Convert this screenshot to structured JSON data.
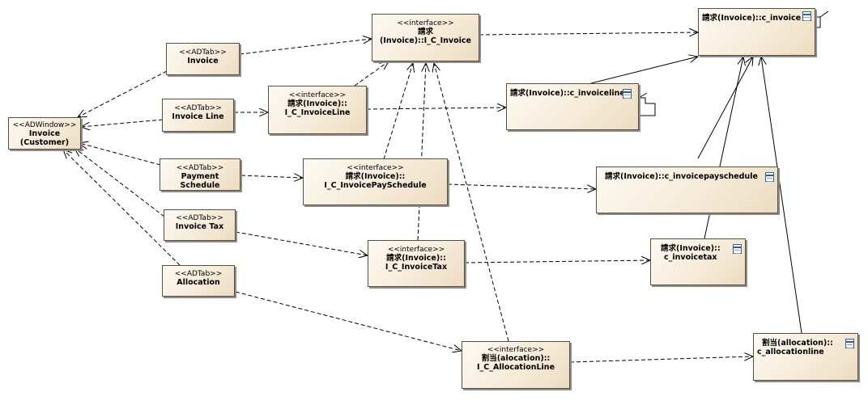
{
  "nodes": {
    "window_invoice": {
      "stereotype": "<<ADWindow>>",
      "name_line1": "Invoice",
      "name_line2": "(Customer)"
    },
    "tab_invoice": {
      "stereotype": "<<ADTab>>",
      "name": "Invoice"
    },
    "tab_invoice_line": {
      "stereotype": "<<ADTab>>",
      "name": "Invoice Line"
    },
    "tab_payment_schedule": {
      "stereotype": "<<ADTab>>",
      "name": "Payment Schedule"
    },
    "tab_invoice_tax": {
      "stereotype": "<<ADTab>>",
      "name": "Invoice Tax"
    },
    "tab_allocation": {
      "stereotype": "<<ADTab>>",
      "name": "Allocation"
    },
    "if_invoice": {
      "stereotype": "<<interface>>",
      "name_line1": "請求(Invoice)::I_C_Invoice"
    },
    "if_invoiceline": {
      "stereotype": "<<interface>>",
      "name_line1": "請求(Invoice)::",
      "name_line2": "I_C_InvoiceLine"
    },
    "if_invoicepayschedule": {
      "stereotype": "<<interface>>",
      "name_line1": "請求(Invoice)::",
      "name_line2": "I_C_InvoicePaySchedule"
    },
    "if_invoicetax": {
      "stereotype": "<<interface>>",
      "name_line1": "請求(Invoice)::",
      "name_line2": "I_C_InvoiceTax"
    },
    "if_allocationline": {
      "stereotype": "<<interface>>",
      "name_line1": "割当(alocation)::",
      "name_line2": "I_C_AllocationLine"
    },
    "tbl_invoice": {
      "name_line1": "請求(Invoice)::c_invoice",
      "icon": "table-icon"
    },
    "tbl_invoiceline": {
      "name_line1": "請求(Invoice)::c_invoiceline",
      "icon": "table-icon"
    },
    "tbl_invoicepayschedule": {
      "name_line1": "請求(Invoice)::c_invoicepayschedule",
      "icon": "table-icon"
    },
    "tbl_invoicetax": {
      "name_line1": "請求(Invoice)::",
      "name_line2": "c_invoicetax",
      "icon": "table-icon"
    },
    "tbl_allocationline": {
      "name_line1": "割当(allocation)::",
      "name_line2": "c_allocationline",
      "icon": "table-icon"
    }
  },
  "colors": {
    "box_fill": "#f5ead6",
    "box_border": "#5a5040",
    "edge": "#000000",
    "table_icon": "#2f5fb0"
  }
}
